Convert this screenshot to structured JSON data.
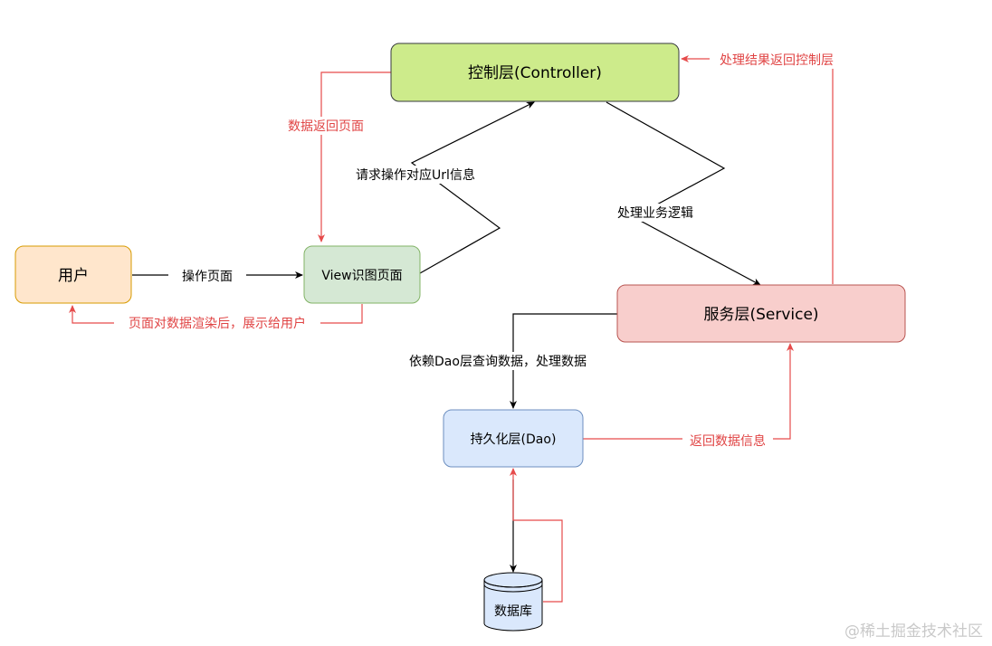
{
  "nodes": {
    "controller": {
      "label": "控制层(Controller)",
      "fill": "#cdeb8b",
      "stroke": "#36393d"
    },
    "view": {
      "label": "View识图页面",
      "fill": "#d5e8d4",
      "stroke": "#82b366"
    },
    "user": {
      "label": "用户",
      "fill": "#ffe6cc",
      "stroke": "#d79b00"
    },
    "service": {
      "label": "服务层(Service)",
      "fill": "#f8cecc",
      "stroke": "#b85450"
    },
    "dao": {
      "label": "持久化层(Dao)",
      "fill": "#dae8fc",
      "stroke": "#6c8ebf"
    },
    "database": {
      "label": "数据库",
      "fill": "#dae8fc",
      "stroke": "#000000"
    }
  },
  "edges": {
    "user_to_view": "操作页面",
    "view_to_user": "页面对数据渲染后，展示给用户",
    "view_to_controller": "请求操作对应Url信息",
    "controller_to_view": "数据返回页面",
    "controller_to_service": "处理业务逻辑",
    "service_to_controller": "处理结果返回控制层",
    "service_to_dao": "依赖Dao层查询数据，处理数据",
    "dao_to_service": "返回数据信息"
  },
  "colors": {
    "black_edge": "#000000",
    "red_edge": "#e64b4b",
    "red_text": "#e04444"
  },
  "watermark": "@稀土掘金技术社区"
}
